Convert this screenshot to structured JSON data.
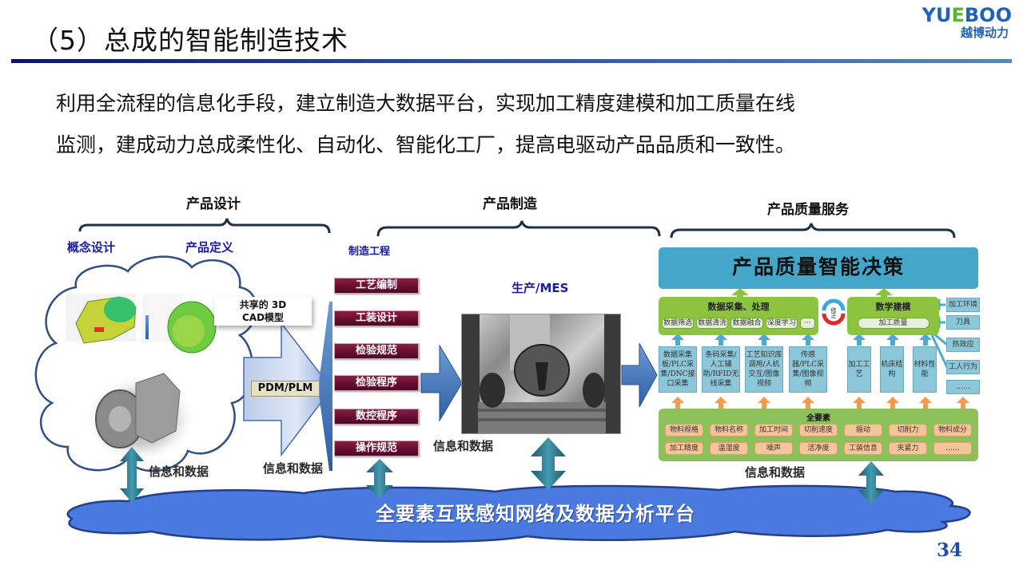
{
  "header": {
    "title": "（5）总成的智能制造技术",
    "logo_en_prefix": "YU",
    "logo_en_e": "E",
    "logo_en_suffix": "BOO",
    "logo_cn": "越博动力"
  },
  "intro": {
    "line1": "利用全流程的信息化手段，建立制造大数据平台，实现加工精度建模和加工质量在线",
    "line2": "监测，建成动力总成柔性化、自动化、智能化工厂，提高电驱动产品品质和一致性。"
  },
  "stages": {
    "design": {
      "label": "产品设计",
      "sub": [
        "概念设计",
        "产品定义"
      ],
      "cad_line1": "共享的 3D",
      "cad_line2": "CAD模型",
      "pdm": "PDM/PLM",
      "info": "信息和数据"
    },
    "manufacturing": {
      "label": "产品制造",
      "engineering": "制造工程",
      "process_steps": [
        "工艺编制",
        "工装设计",
        "检验规范",
        "检验程序",
        "数控程序",
        "操作规范"
      ],
      "engineering_info": "信息和数据",
      "mes": "生产/MES",
      "mes_info": "信息和数据"
    },
    "quality": {
      "label": "产品质量服务",
      "decision": "产品质量智能决策",
      "collect_title": "数据采集、处理",
      "collect_pills": [
        "数据筛选",
        "数据清洗",
        "数据融合",
        "深度学习",
        "···"
      ],
      "modeling_title": "数学建模",
      "modeling_pill": "加工质量",
      "correct": "修正",
      "sources": [
        "数据采集板/PLC采集/DNC接口采集",
        "条码采集/人工辅助/RFID无线采集",
        "工艺知识库调用/人机交互/图像视频",
        "传感器/PLC采集/图像视频"
      ],
      "model_inputs": [
        "加工工艺",
        "机床结构",
        "材料性能"
      ],
      "side_factors": [
        "加工环境",
        "刀具",
        "热效应",
        "工人行为",
        "……"
      ],
      "elements_title": "全要素",
      "elements_row1": [
        "物料规格",
        "物料名称",
        "加工时间",
        "切削速度",
        "振动",
        "切削力",
        "物料成分"
      ],
      "elements_row2": [
        "加工精度",
        "温湿度",
        "噪声",
        "洁净度",
        "工装信息",
        "夹紧力",
        "……"
      ],
      "info": "信息和数据"
    }
  },
  "platform": {
    "label": "全要素互联感知网络及数据分析平台"
  },
  "page_number": "34",
  "colors": {
    "accent_blue": "#1e63b8",
    "logo_green": "#5cb531",
    "process_maroon": "#6a0f33",
    "decision_teal": "#44a7c9",
    "model_green": "#8cc43f",
    "platform_blue": "#4a7ae0",
    "arrow_teal": "#2b6f84"
  }
}
